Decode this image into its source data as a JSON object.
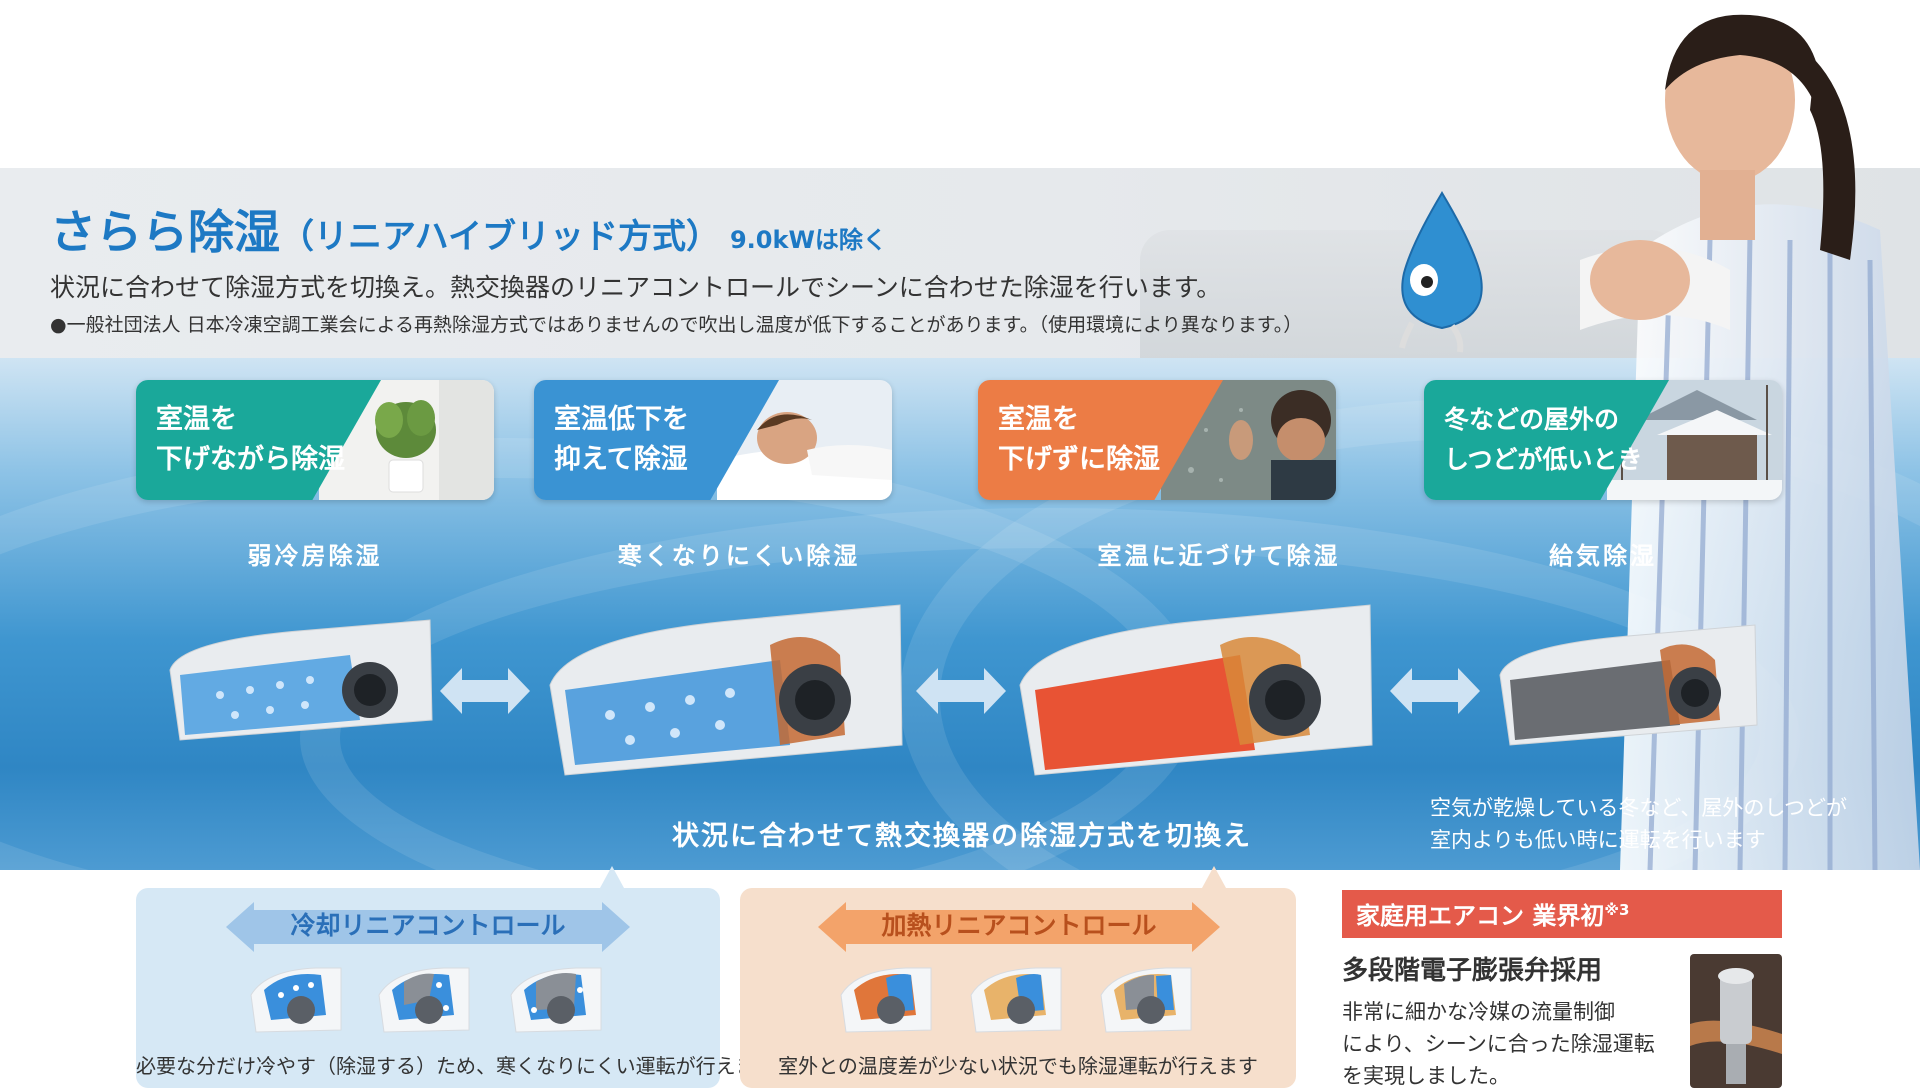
{
  "header": {
    "title_main": "さらら除湿",
    "title_sub": "（リニアハイブリッド方式）",
    "title_note": "9.0kWは除く",
    "lead": "状況に合わせて除湿方式を切換え。熱交換器のリニアコントロールでシーンに合わせた除湿を行います。",
    "small_note": "●一般社団法人 日本冷凍空調工業会による再熱除湿方式ではありませんので吹出し温度が低下することがあります。（使用環境により異なります。）"
  },
  "scenes": [
    {
      "label": "室温を\n下げながら除湿",
      "mode": "弱冷房除湿",
      "color": "#1aa89a"
    },
    {
      "label": "室温低下を\n抑えて除湿",
      "mode": "寒くなりにくい除湿",
      "color": "#3a93d3"
    },
    {
      "label": "室温を\n下げずに除湿",
      "mode": "室温に近づけて除湿",
      "color": "#ec7c45"
    },
    {
      "label": "冬などの屋外の\nしつどが低いとき",
      "mode": "給気除湿",
      "color": "#1aa89a"
    }
  ],
  "switch_text": "状況に合わせて熱交換器の除湿方式を切換え",
  "supply_desc": "空気が乾燥している冬など、屋外のしつどが\n室内よりも低い時に運転を行います",
  "cool_panel": {
    "label": "冷却リニアコントロール",
    "desc": "必要な分だけ冷やす（除湿する）ため、寒くなりにくい運転が行えます",
    "color": "#2a6fb8"
  },
  "heat_panel": {
    "label": "加熱リニアコントロール",
    "desc": "室外との温度差が少ない状況でも除湿運転が行えます",
    "color": "#d9652a"
  },
  "industry_first": {
    "bar_label": "家庭用エアコン 業界初",
    "bar_sup": "※3",
    "heading": "多段階電子膨張弁採用",
    "body": "非常に細かな冷媒の流量制御\nにより、シーンに合った除湿運転\nを実現しました。",
    "color": "#e45a4a"
  }
}
